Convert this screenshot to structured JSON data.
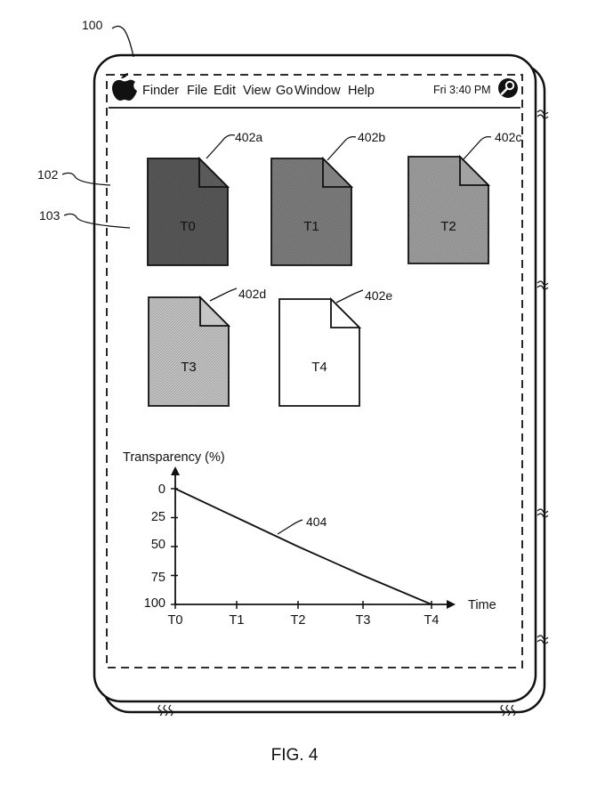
{
  "references": {
    "device": "100",
    "display": "102",
    "desktop": "103",
    "graph_line": "404"
  },
  "menubar": {
    "items": [
      "Finder",
      "File",
      "Edit",
      "View",
      "Go",
      "Window",
      "Help"
    ],
    "clock": "Fri 3:40 PM",
    "apple_icon": "apple-logo-icon",
    "search_icon": "search-icon"
  },
  "documents": [
    {
      "ref": "402a",
      "label": "T0",
      "fill": "#5a5a5a"
    },
    {
      "ref": "402b",
      "label": "T1",
      "fill": "#808080"
    },
    {
      "ref": "402c",
      "label": "T2",
      "fill": "#a2a2a2"
    },
    {
      "ref": "402d",
      "label": "T3",
      "fill": "#c6c6c6"
    },
    {
      "ref": "402e",
      "label": "T4",
      "fill": "#ffffff"
    }
  ],
  "chart_data": {
    "type": "line",
    "ylabel": "Transparency (%)",
    "xlabel": "Time",
    "categories": [
      "T0",
      "T1",
      "T2",
      "T3",
      "T4"
    ],
    "yticks": [
      "0",
      "25",
      "50",
      "75",
      "100"
    ],
    "y_inverted": true,
    "ylim": [
      0,
      100
    ],
    "series": [
      {
        "values": [
          0,
          25,
          50,
          75,
          100
        ]
      }
    ],
    "grid": false
  },
  "figure_caption": "FIG. 4"
}
